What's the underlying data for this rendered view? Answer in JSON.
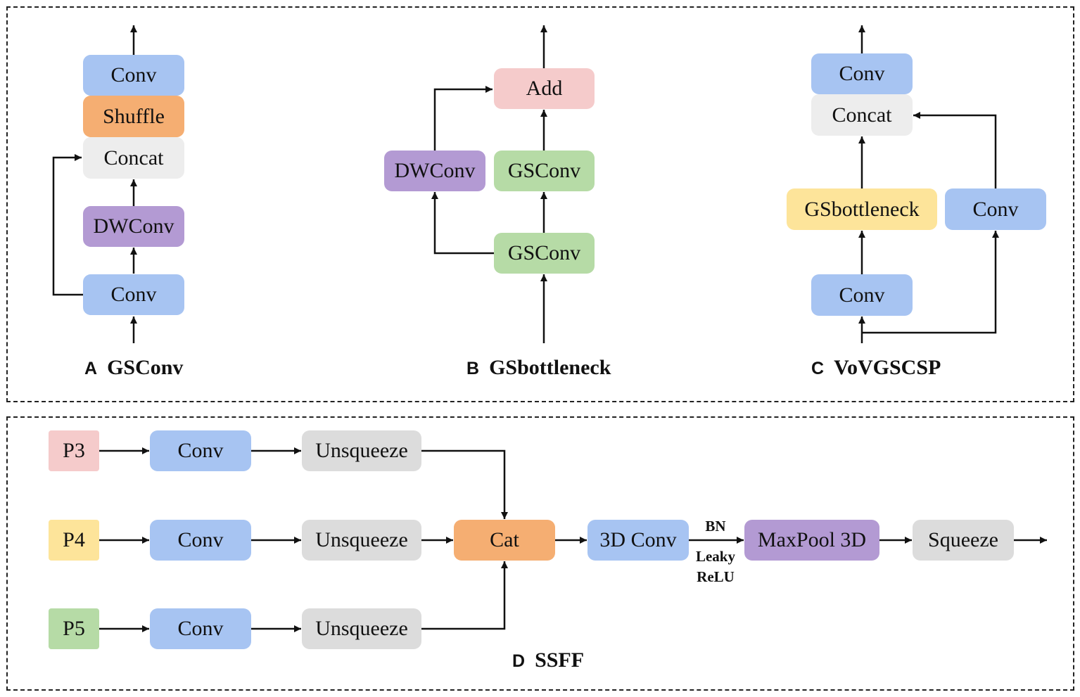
{
  "panels": {
    "a": {
      "letter": "A",
      "name": "GSConv",
      "nodes": {
        "conv_top": "Conv",
        "shuffle": "Shuffle",
        "concat": "Concat",
        "dwconv": "DWConv",
        "conv_bottom": "Conv"
      }
    },
    "b": {
      "letter": "B",
      "name": "GSbottleneck",
      "nodes": {
        "add": "Add",
        "dwconv": "DWConv",
        "gsconv_top": "GSConv",
        "gsconv_bottom": "GSConv"
      }
    },
    "c": {
      "letter": "C",
      "name": "VoVGSCSP",
      "nodes": {
        "conv_top": "Conv",
        "concat": "Concat",
        "gsbottleneck": "GSbottleneck",
        "conv_side": "Conv",
        "conv_bottom": "Conv"
      }
    },
    "d": {
      "letter": "D",
      "name": "SSFF",
      "nodes": {
        "p3": "P3",
        "p4": "P4",
        "p5": "P5",
        "conv_p3": "Conv",
        "conv_p4": "Conv",
        "conv_p5": "Conv",
        "unsq_p3": "Unsqueeze",
        "unsq_p4": "Unsqueeze",
        "unsq_p5": "Unsqueeze",
        "cat": "Cat",
        "conv3d": "3D Conv",
        "maxpool3d": "MaxPool 3D",
        "squeeze": "Squeeze"
      },
      "edge_label": {
        "top": "BN",
        "bottom1": "Leaky",
        "bottom2": "ReLU"
      }
    }
  },
  "colors": {
    "conv": "#a7c4f2",
    "shuffle": "#f5ae72",
    "concat": "#ededed",
    "dwconv": "#b39ad3",
    "add": "#f5cbcb",
    "gsconv": "#b6dba6",
    "gsbottleneck": "#fde49a",
    "p3": "#f5cbcb",
    "p4": "#fde49a",
    "p5": "#b6dba6",
    "unsqueeze": "#dcdcdc",
    "cat": "#f5ae72",
    "maxpool3d": "#b39ad3",
    "squeeze": "#dcdcdc"
  }
}
